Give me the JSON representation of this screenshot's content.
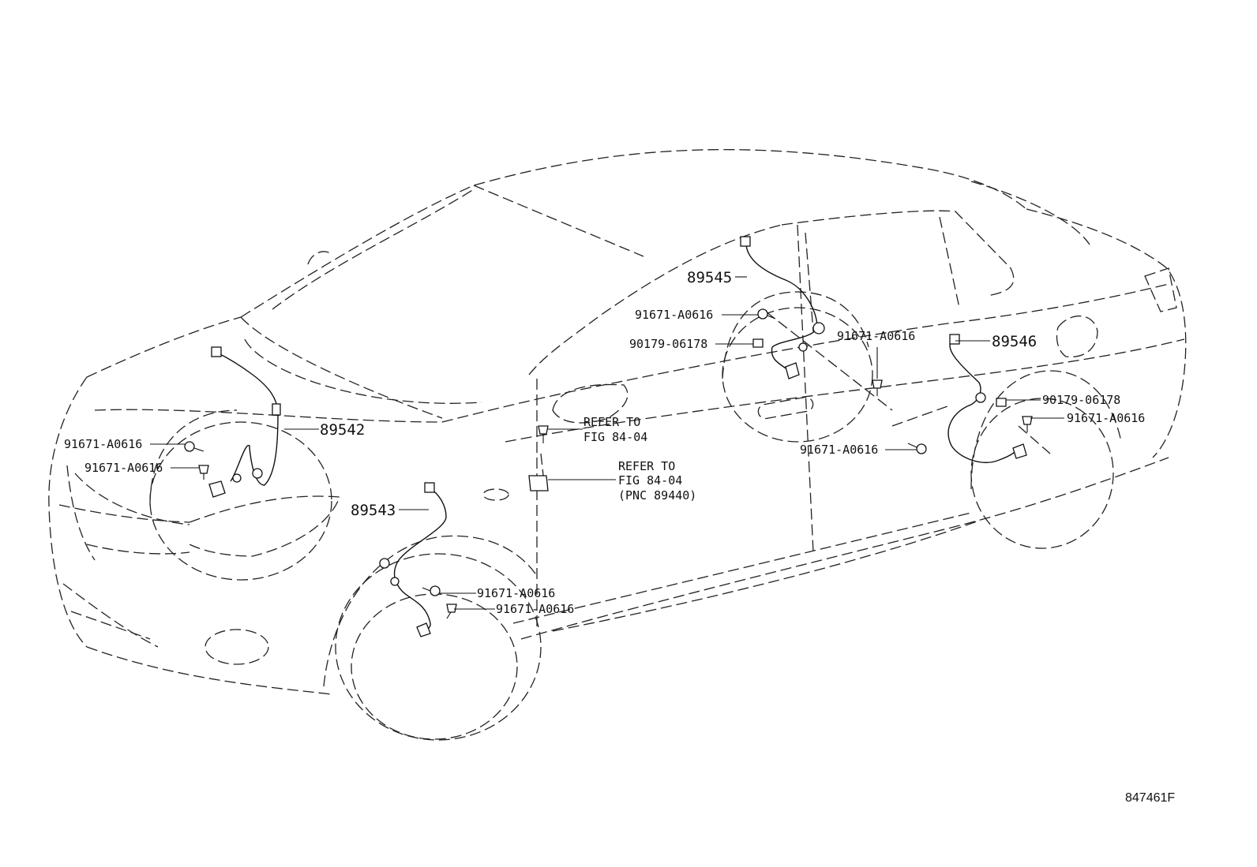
{
  "callouts": {
    "p89542": "89542",
    "p89543": "89543",
    "p89545": "89545",
    "p89546": "89546",
    "front_left_bolt_a": "91671-A0616",
    "front_left_bolt_b": "91671-A0616",
    "front_right_bolt_a": "91671-A0616",
    "front_right_bolt_b": "91671-A0616",
    "rear_left_bolt_a": "91671-A0616",
    "rear_left_clip": "90179-06178",
    "rear_left_bolt_b": "91671-A0616",
    "rear_center_bolt": "91671-A0616",
    "rear_right_clip": "90179-06178",
    "rear_right_bolt": "91671-A0616"
  },
  "refer_upper": {
    "line1": "REFER TO",
    "line2": "FIG 84-04"
  },
  "refer_lower": {
    "line1": "REFER TO",
    "line2": "FIG 84-04",
    "line3": "(PNC 89440)"
  },
  "figure_code": "847461F"
}
